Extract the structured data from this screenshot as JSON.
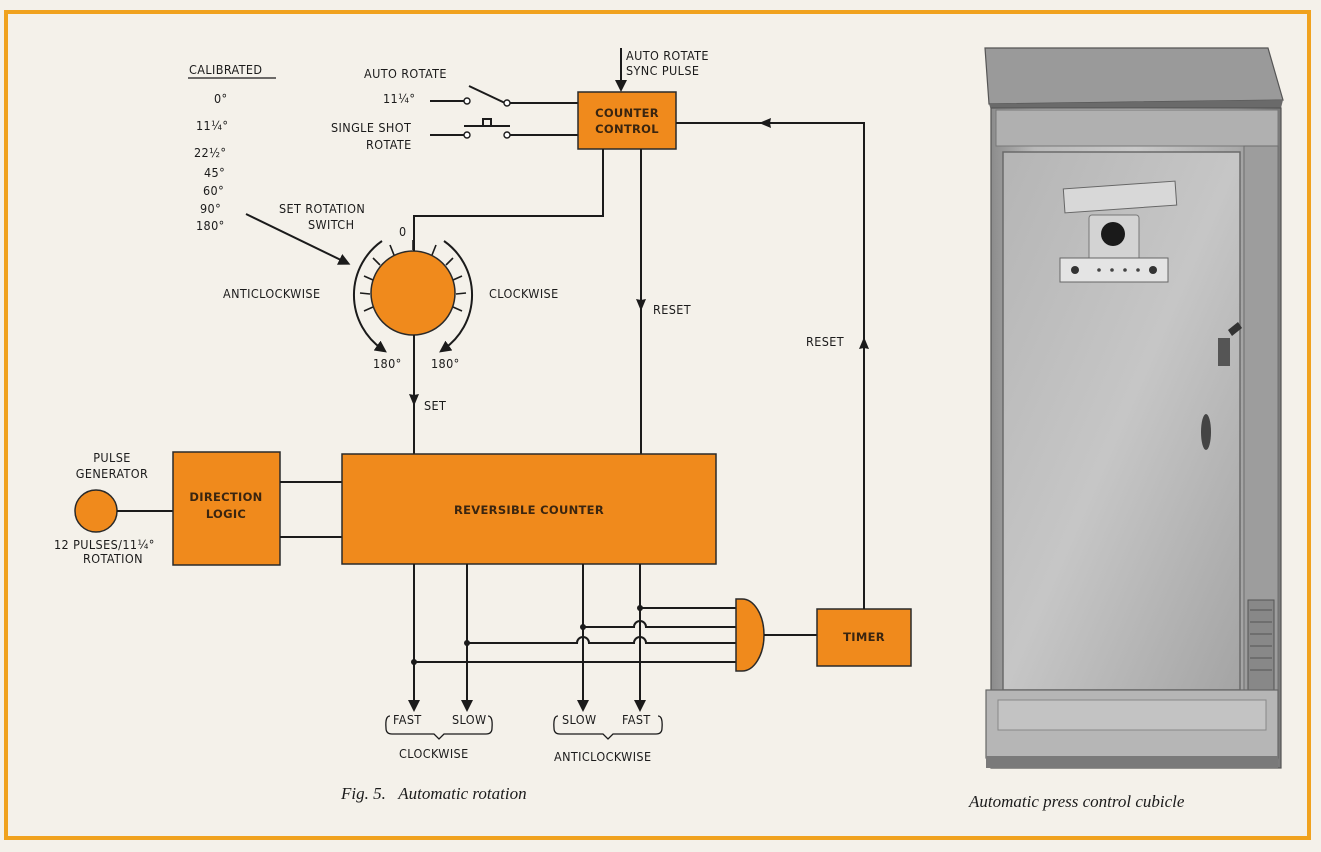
{
  "colors": {
    "border": "#f0a21e",
    "block": "#f08a1c",
    "background": "#f4f1ea"
  },
  "calibrated": {
    "title": "CALIBRATED",
    "values": [
      "0°",
      "11¼°",
      "22½°",
      "45°",
      "60°",
      "90°",
      "180°"
    ]
  },
  "switch": {
    "label_line1": "SET ROTATION",
    "label_line2": "SWITCH",
    "zero": "0",
    "left": "ANTICLOCKWISE",
    "right": "CLOCKWISE",
    "left_limit": "180°",
    "right_limit": "180°",
    "set": "SET"
  },
  "inputs": {
    "auto_rotate": "AUTO ROTATE",
    "auto_rotate_angle": "11¼°",
    "single_shot_line1": "SINGLE SHOT",
    "single_shot_line2": "ROTATE",
    "sync_line1": "AUTO ROTATE",
    "sync_line2": "SYNC PULSE"
  },
  "blocks": {
    "counter_control_line1": "COUNTER",
    "counter_control_line2": "CONTROL",
    "direction_logic_line1": "DIRECTION",
    "direction_logic_line2": "LOGIC",
    "reversible_counter": "REVERSIBLE COUNTER",
    "timer": "TIMER"
  },
  "pulse_generator": {
    "line1": "PULSE",
    "line2": "GENERATOR",
    "line3": "12 PULSES/11¼°",
    "line4": "ROTATION"
  },
  "signals": {
    "reset_center": "RESET",
    "reset_right": "RESET"
  },
  "outputs": {
    "fast_cw": "FAST",
    "slow_cw": "SLOW",
    "clockwise": "CLOCKWISE",
    "slow_acw": "SLOW",
    "fast_acw": "FAST",
    "anticlockwise": "ANTICLOCKWISE"
  },
  "captions": {
    "figure": "Fig. 5.   Automatic rotation",
    "photo": "Automatic press control cubicle"
  }
}
